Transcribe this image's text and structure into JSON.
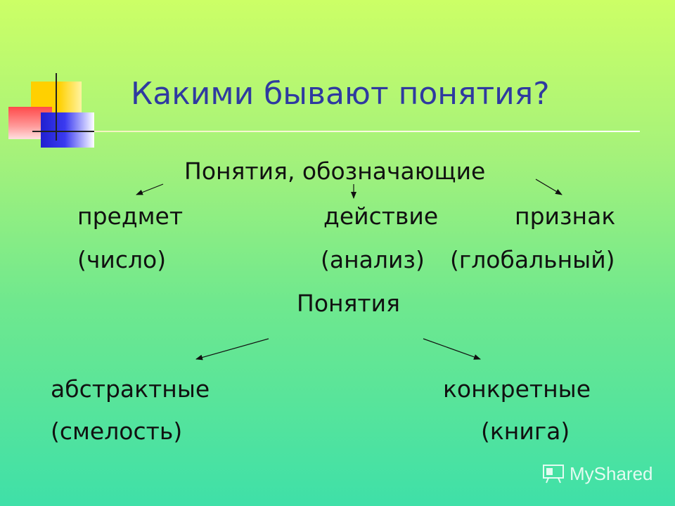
{
  "slide": {
    "title": "Какими бывают понятия?",
    "top_header": "Понятия, обозначающие",
    "categories": [
      {
        "label": "предмет",
        "example": "(число)"
      },
      {
        "label": "действие",
        "example": "(анализ)"
      },
      {
        "label": "признак",
        "example": "(глобальный)"
      }
    ],
    "second_header": "Понятия",
    "kinds": [
      {
        "label": "абстрактные",
        "example": "(смелость)"
      },
      {
        "label": "конкретные",
        "example": "(книга)"
      }
    ],
    "watermark": "MyShared"
  },
  "colors": {
    "title": "#2f3aa0",
    "text": "#111111",
    "bg_top": "#ccff66",
    "bg_bottom": "#3fe0a8"
  }
}
